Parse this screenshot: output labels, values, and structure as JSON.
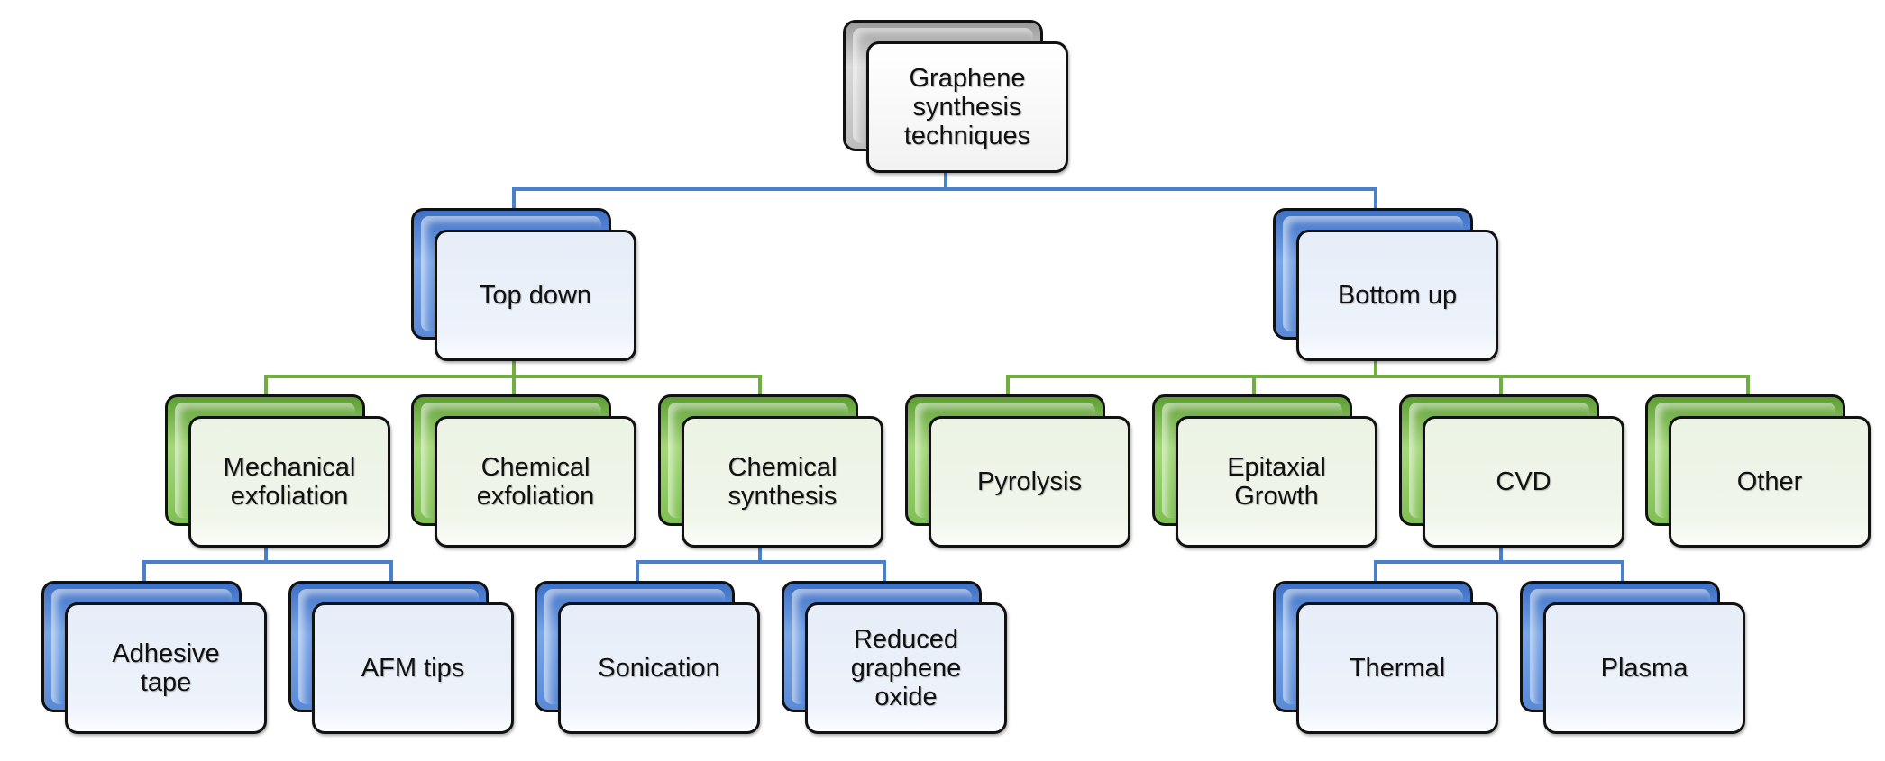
{
  "diagram": {
    "root": {
      "label": "Graphene\nsynthesis\ntechniques",
      "lines": [
        "Graphene",
        "synthesis",
        "techniques"
      ]
    },
    "level1": [
      {
        "label": "Top down"
      },
      {
        "label": "Bottom up"
      }
    ],
    "level2": [
      {
        "parent": "Top down",
        "lines": [
          "Mechanical",
          "exfoliation"
        ]
      },
      {
        "parent": "Top down",
        "lines": [
          "Chemical",
          "exfoliation"
        ]
      },
      {
        "parent": "Top down",
        "lines": [
          "Chemical",
          "synthesis"
        ]
      },
      {
        "parent": "Bottom up",
        "lines": [
          "Pyrolysis"
        ]
      },
      {
        "parent": "Bottom up",
        "lines": [
          "Epitaxial",
          "Growth"
        ]
      },
      {
        "parent": "Bottom up",
        "lines": [
          "CVD"
        ]
      },
      {
        "parent": "Bottom up",
        "lines": [
          "Other"
        ]
      }
    ],
    "level3": [
      {
        "parent": "Mechanical exfoliation",
        "lines": [
          "Adhesive",
          "tape"
        ]
      },
      {
        "parent": "Mechanical exfoliation",
        "lines": [
          "AFM tips"
        ]
      },
      {
        "parent": "Chemical synthesis",
        "lines": [
          "Sonication"
        ]
      },
      {
        "parent": "Chemical synthesis",
        "lines": [
          "Reduced",
          "graphene",
          "oxide"
        ]
      },
      {
        "parent": "CVD",
        "lines": [
          "Thermal"
        ]
      },
      {
        "parent": "CVD",
        "lines": [
          "Plasma"
        ]
      }
    ],
    "colors": {
      "root": "#bdbdbd",
      "blue": "#4a7fc9",
      "green": "#6fae3f",
      "border": "#111111"
    }
  }
}
